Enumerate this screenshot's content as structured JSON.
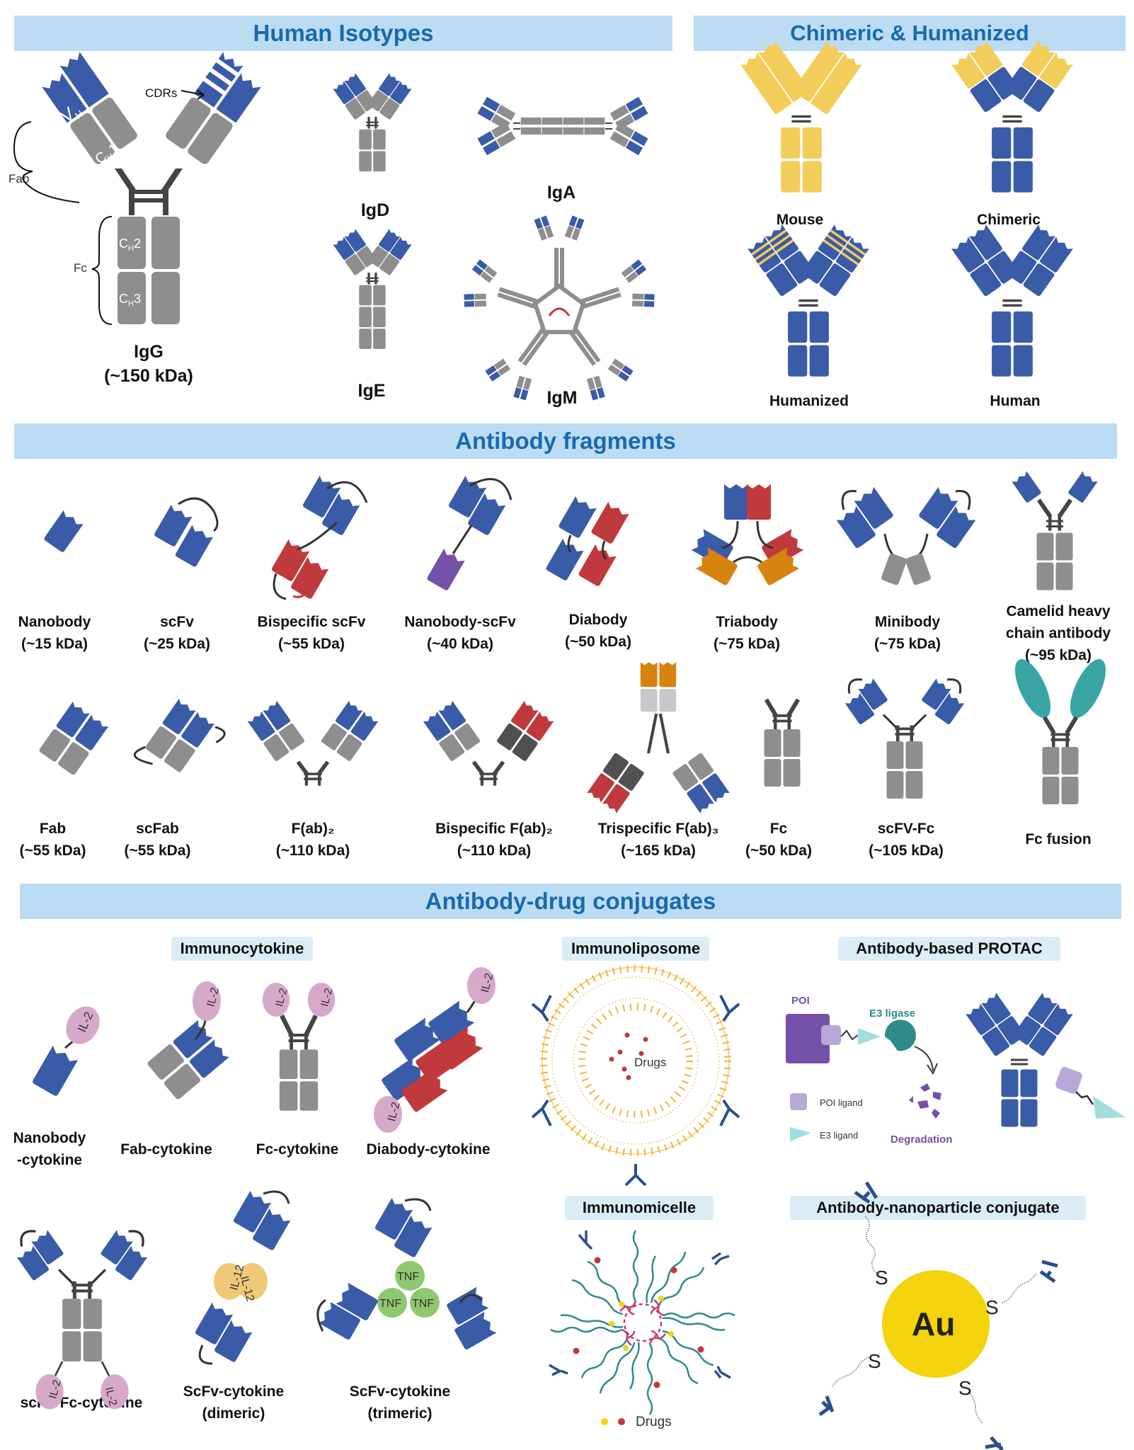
{
  "sections": {
    "isotypes": "Human Isotypes",
    "chimeric": "Chimeric & Humanized",
    "fragments": "Antibody fragments",
    "adc": "Antibody-drug conjugates"
  },
  "igg_annotations": {
    "vl": "V",
    "vl_sub": "L",
    "vh": "V",
    "vh_sub": "H",
    "cl": "C",
    "cl_sub": "L",
    "ch1": "C",
    "ch1_sub": "H",
    "ch1_num": "1",
    "ch2": "C",
    "ch2_sub": "H",
    "ch2_num": "2",
    "ch3": "C",
    "ch3_sub": "H",
    "ch3_num": "3",
    "cdrs": "CDRs",
    "fab": "Fab",
    "fc": "Fc"
  },
  "isotypes": {
    "igg": {
      "name": "IgG",
      "mass": "(~150 kDa)"
    },
    "igd": "IgD",
    "iga": "IgA",
    "ige": "IgE",
    "igm": "IgM"
  },
  "chimeric_labels": [
    "Mouse",
    "Chimeric",
    "Humanized",
    "Human"
  ],
  "fragments_row1": [
    {
      "name": "Nanobody",
      "mass": "(~15 kDa)"
    },
    {
      "name": "scFv",
      "mass": "(~25 kDa)"
    },
    {
      "name": "Bispecific scFv",
      "mass": "(~55 kDa)"
    },
    {
      "name": "Nanobody-scFv",
      "mass": "(~40 kDa)"
    },
    {
      "name": "Diabody",
      "mass": "(~50 kDa)"
    },
    {
      "name": "Triabody",
      "mass": "(~75 kDa)"
    },
    {
      "name": "Minibody",
      "mass": "(~75 kDa)"
    },
    {
      "name": "Camelid heavy",
      "name2": "chain antibody",
      "mass": "(~95 kDa)"
    }
  ],
  "fragments_row2": [
    {
      "name": "Fab",
      "mass": "(~55 kDa)"
    },
    {
      "name": "scFab",
      "mass": "(~55 kDa)"
    },
    {
      "name": "F(ab)₂",
      "mass": "(~110 kDa)"
    },
    {
      "name": "Bispecific F(ab)₂",
      "mass": "(~110 kDa)"
    },
    {
      "name": "Trispecific F(ab)₃",
      "mass": "(~165 kDa)"
    },
    {
      "name": "Fc",
      "mass": "(~50 kDa)"
    },
    {
      "name": "scFV-Fc",
      "mass": "(~105 kDa)"
    },
    {
      "name": "Fc fusion"
    }
  ],
  "adc": {
    "immunocytokine": "Immunocytokine",
    "immunoliposome": "Immunoliposome",
    "protac": "Antibody-based PROTAC",
    "immunomicelle": "Immunomicelle",
    "nanoparticle": "Antibody-nanoparticle conjugate",
    "cytokine_row1": [
      {
        "name": "Nanobody",
        "name2": "-cytokine"
      },
      {
        "name": "Fab-cytokine"
      },
      {
        "name": "Fc-cytokine"
      },
      {
        "name": "Diabody-cytokine"
      }
    ],
    "cytokine_row2": [
      {
        "name": "scFV-Fc-cytokine"
      },
      {
        "name": "ScFv-cytokine",
        "name2": "(dimeric)"
      },
      {
        "name": "ScFv-cytokine",
        "name2": "(trimeric)"
      }
    ],
    "il2": "IL-2",
    "il12": "IL-12",
    "tnf": "TNF",
    "drugs": "Drugs",
    "poi": "POI",
    "e3_ligase": "E3 ligase",
    "poi_ligand": "POI ligand",
    "e3_ligand": "E3 ligand",
    "degradation": "Degradation",
    "au": "Au",
    "s": "S"
  },
  "colors": {
    "banner_bg": "#bcdcf3",
    "banner_text": "#1a6aad",
    "blue": "#3a5ba8",
    "grey": "#8e8e8e",
    "dark_grey": "#505050",
    "yellow": "#f3cd5a",
    "red": "#c0393d",
    "orange": "#d7830f",
    "purple": "#7550a8",
    "teal": "#3aa5a5",
    "pink": "#d7a9c8",
    "il12": "#f0c978",
    "tnf": "#8ec86e",
    "gold": "#f2d30c",
    "lipid": "#f0b43c"
  }
}
